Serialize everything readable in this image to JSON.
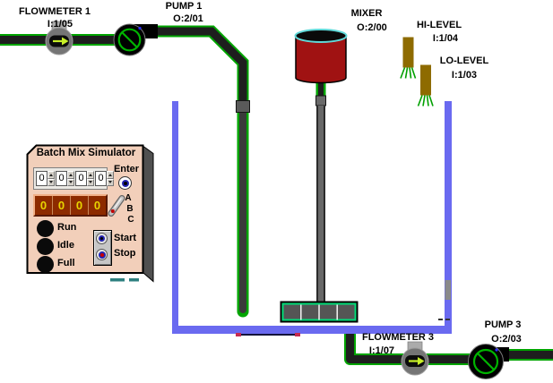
{
  "colors": {
    "pipe_green": "#00A400",
    "pipe_dark": "#1E1E1E",
    "tank_blue": "#6A6AF0",
    "mixer_red": "#A01212",
    "sensor_body": "#8E6B00",
    "blade_border": "#00DC78",
    "panel_face": "#F2CFBA",
    "display_bg": "#8D2B00",
    "display_digit": "#E8D400",
    "flow_gray": "#757575",
    "arrow_yg": "#C8F028"
  },
  "devices": {
    "flowmeter1": {
      "name": "FLOWMETER 1",
      "address": "I:1/05"
    },
    "pump1": {
      "name": "PUMP 1",
      "address": "O:2/01"
    },
    "mixer": {
      "name": "MIXER",
      "address": "O:2/00"
    },
    "hi_level": {
      "name": "HI-LEVEL",
      "address": "I:1/04"
    },
    "lo_level": {
      "name": "LO-LEVEL",
      "address": "I:1/03"
    },
    "flowmeter3": {
      "name": "FLOWMETER 3",
      "address": "I:1/07"
    },
    "pump3": {
      "name": "PUMP 3",
      "address": "O:2/03"
    }
  },
  "panel": {
    "title": "Batch Mix Simulator",
    "spinner_values": [
      "0",
      "0",
      "0",
      "0"
    ],
    "display_digits": [
      "0",
      "0",
      "0",
      "0"
    ],
    "enter_label": "Enter",
    "selector_labels": [
      "A",
      "B",
      "C"
    ],
    "lamps": [
      {
        "label": "Run"
      },
      {
        "label": "Idle"
      },
      {
        "label": "Full"
      }
    ],
    "buttons": [
      {
        "label": "Start"
      },
      {
        "label": "Stop"
      }
    ]
  }
}
